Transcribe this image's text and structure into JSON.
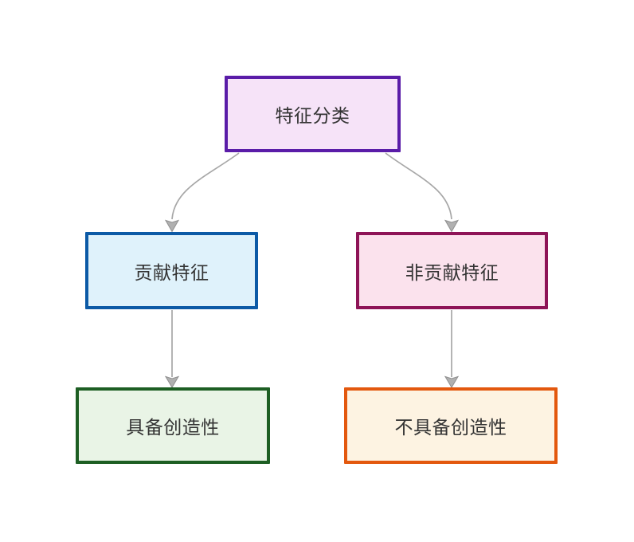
{
  "diagram": {
    "type": "flowchart",
    "orientation": "top-down",
    "background": "#ffffff",
    "text_color": "#333333",
    "edge_style": {
      "stroke": "#a7a7a7",
      "arrow_fill": "#b0b0b0",
      "arrow_stroke": "#8f8f8f"
    },
    "nodes": [
      {
        "id": "feature-classification",
        "label": "特征分类",
        "fill": "#f6e3f8",
        "border": "#5a1ca8"
      },
      {
        "id": "contribution-feature",
        "label": "贡献特征",
        "fill": "#dff2fb",
        "border": "#0c5aa6"
      },
      {
        "id": "non-contribution-feature",
        "label": "非贡献特征",
        "fill": "#fbe2ed",
        "border": "#8e1457"
      },
      {
        "id": "has-creativity",
        "label": "具备创造性",
        "fill": "#e9f4e6",
        "border": "#1d5e23"
      },
      {
        "id": "no-creativity",
        "label": "不具备创造性",
        "fill": "#fdf3e2",
        "border": "#e3580e"
      }
    ],
    "edges": [
      {
        "from": "特征分类",
        "to": "贡献特征"
      },
      {
        "from": "特征分类",
        "to": "非贡献特征"
      },
      {
        "from": "贡献特征",
        "to": "具备创造性"
      },
      {
        "from": "非贡献特征",
        "to": "不具备创造性"
      }
    ]
  }
}
